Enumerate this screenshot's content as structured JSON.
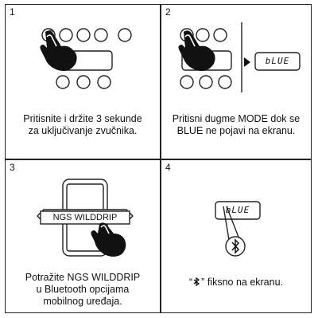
{
  "steps": [
    {
      "number": "1",
      "caption_lines": [
        "Pritisnite i držite 3 sekunde",
        "za uključivanje zvučnika."
      ]
    },
    {
      "number": "2",
      "display_text": "bLUE",
      "caption_lines": [
        "Pritisni dugme MODE dok se",
        "BLUE ne pojavi na ekranu."
      ]
    },
    {
      "number": "3",
      "phone_label": "NGS WILDDRIP",
      "caption_lines": [
        "Potražite NGS WILDDRIP",
        "u Bluetooth opcijama",
        "mobilnog uređaja."
      ]
    },
    {
      "number": "4",
      "display_text": "bLUE",
      "caption_text": "fiksno na ekranu.",
      "caption_quote_open": "“",
      "caption_quote_close": "”"
    }
  ],
  "icons": {
    "bluetooth": "bluetooth-icon",
    "hand": "pointing-hand-icon"
  },
  "colors": {
    "border": "#222222",
    "ink": "#111111",
    "background": "#ffffff"
  }
}
